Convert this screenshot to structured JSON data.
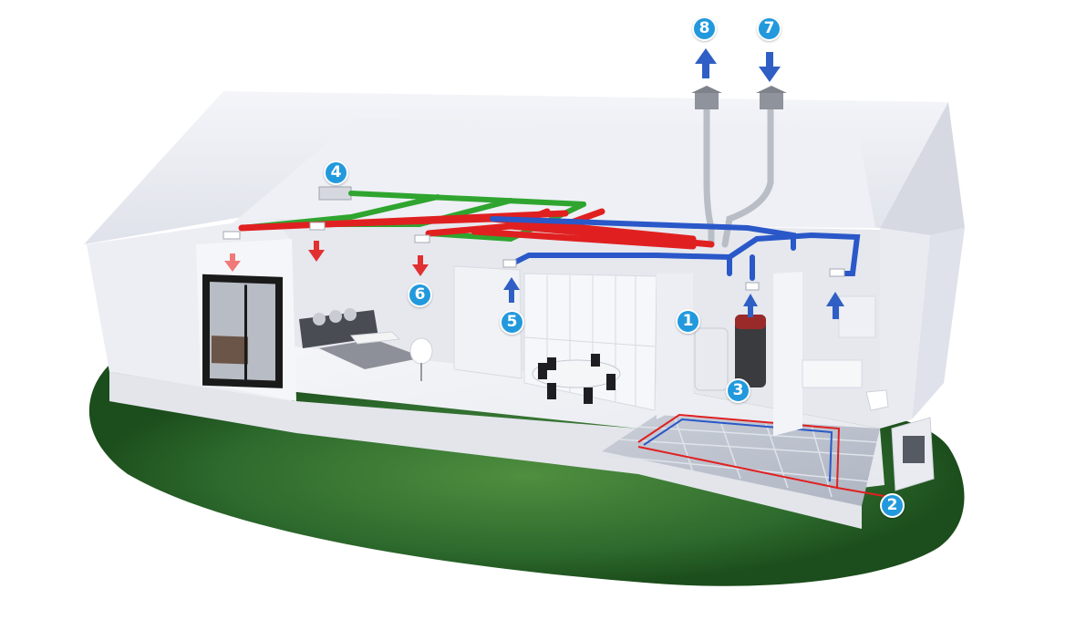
{
  "colors": {
    "badge": "#2299dd",
    "supply_duct": "#e02020",
    "extract_duct": "#2a58c8",
    "fresh_duct": "#2fa52f",
    "arrow_red": "#e03030",
    "arrow_blue": "#2f5fc5",
    "grass": "#2f6e2f",
    "wall": "#f2f3f7",
    "roof": "#e9ebf2"
  },
  "markers": [
    {
      "id": "m1",
      "label": "1"
    },
    {
      "id": "m2",
      "label": "2"
    },
    {
      "id": "m3",
      "label": "3"
    },
    {
      "id": "m4",
      "label": "4"
    },
    {
      "id": "m5",
      "label": "5"
    },
    {
      "id": "m6",
      "label": "6"
    },
    {
      "id": "m7",
      "label": "7"
    },
    {
      "id": "m8",
      "label": "8"
    }
  ]
}
